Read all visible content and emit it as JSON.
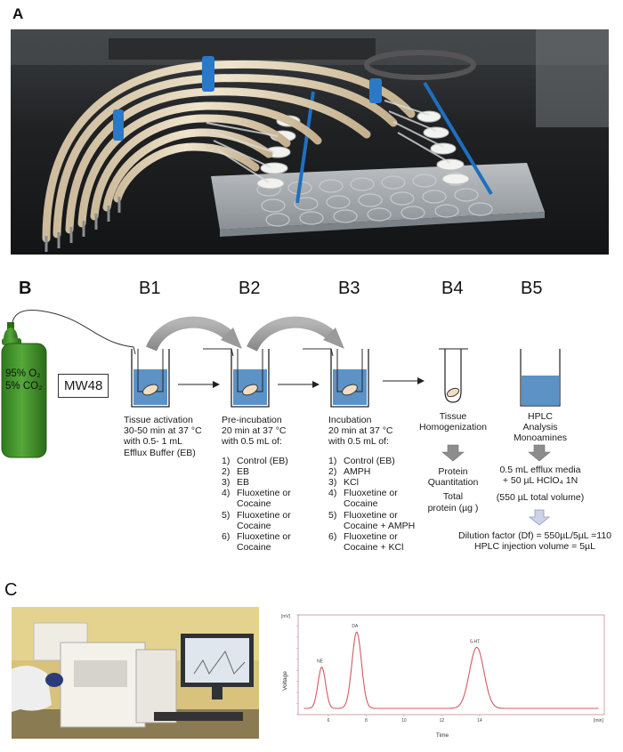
{
  "panel_a": {
    "letter": "A"
  },
  "panel_b": {
    "letter": "B",
    "gas": {
      "line1": "95% O₂",
      "line2": "5% CO₂"
    },
    "device_label": "MW48",
    "steps": [
      {
        "id": "B1",
        "desc": [
          "Tissue activation",
          "30-50 min at 37 °C",
          "with 0.5- 1 mL",
          "Efflux Buffer (EB)"
        ]
      },
      {
        "id": "B2",
        "desc": [
          "Pre-incubation",
          "20 min at 37 °C",
          "with 0.5 mL of:"
        ],
        "list": [
          [
            "1)",
            "Control (EB)"
          ],
          [
            "2)",
            "EB"
          ],
          [
            "3)",
            "EB"
          ],
          [
            "4)",
            "Fluoxetine or",
            "Cocaine"
          ],
          [
            "5)",
            "Fluoxetine or",
            "Cocaine"
          ],
          [
            "6)",
            "Fluoxetine or",
            "Cocaine"
          ]
        ]
      },
      {
        "id": "B3",
        "desc": [
          "Incubation",
          "20 min at 37 °C",
          "with 0.5 mL of:"
        ],
        "list": [
          [
            "1)",
            "Control (EB)"
          ],
          [
            "2)",
            "AMPH"
          ],
          [
            "3)",
            "KCl"
          ],
          [
            "4)",
            "Fluoxetine or",
            "Cocaine"
          ],
          [
            "5)",
            "Fluoxetine or",
            "Cocaine + AMPH"
          ],
          [
            "6)",
            "Fluoxetine or",
            "Cocaine + KCl"
          ]
        ]
      },
      {
        "id": "B4",
        "desc": [
          "Tissue",
          "Homogenization"
        ],
        "result": [
          "Protein",
          "Quantitation",
          "Total",
          "protein (µg )"
        ]
      },
      {
        "id": "B5",
        "desc": [
          "HPLC",
          "Analysis",
          "Monoamines"
        ],
        "result": [
          "0.5 mL efflux media",
          "+ 50 µL HClO₄ 1N"
        ],
        "total": "(550 µL total volume)",
        "dilution": "Dilution factor (Df) = 550µL/5µL =110",
        "injection": "HPLC injection volume = 5µL"
      }
    ]
  },
  "panel_c": {
    "letter": "C",
    "chart_data": {
      "type": "line",
      "xlabel": "Time",
      "ylabel": "Voltage",
      "x_unit": "[min]",
      "y_unit": "[mV]",
      "xlim": [
        4.4,
        20.6
      ],
      "x_ticks": [
        6,
        8,
        10,
        12,
        14
      ],
      "ylim": [
        0,
        1
      ],
      "peaks": [
        {
          "name": "NE",
          "x": 5.65,
          "height": 0.27
        },
        {
          "name": "DA",
          "x": 7.5,
          "height": 0.5
        },
        {
          "name": "5-HT",
          "x": 13.85,
          "height": 0.4
        }
      ],
      "series_color": "#cf5c63",
      "grid": false
    }
  }
}
